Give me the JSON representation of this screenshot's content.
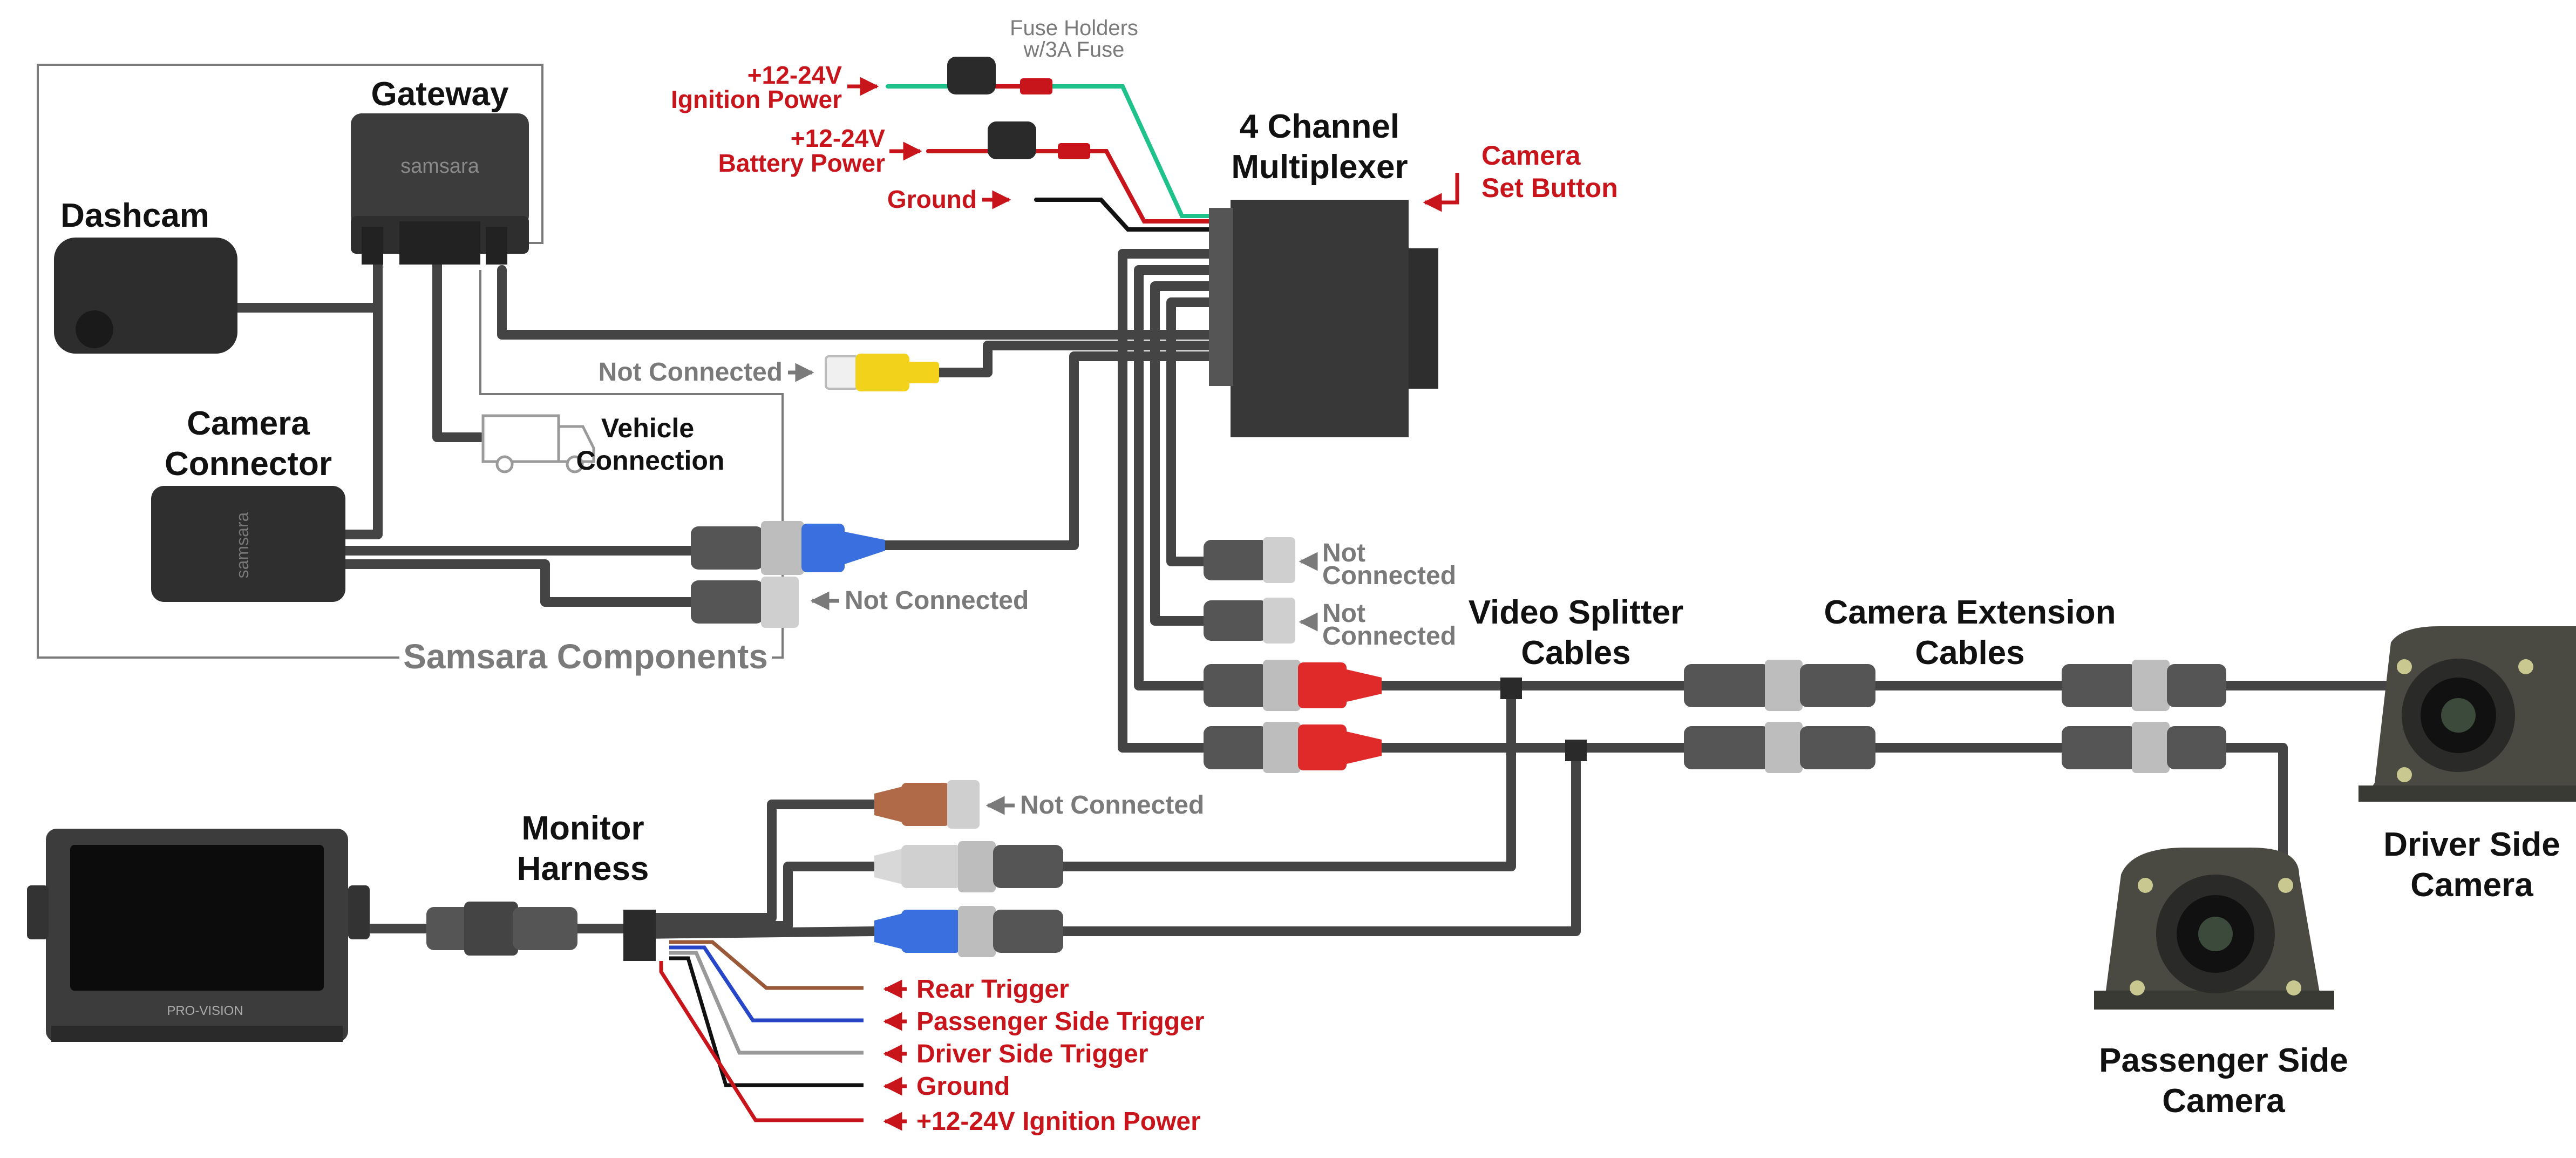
{
  "labels": {
    "gateway": "Gateway",
    "gateway_brand": "samsara",
    "dashcam": "Dashcam",
    "camera_connector_l1": "Camera",
    "camera_connector_l2": "Connector",
    "connector_brand": "samsara",
    "vehicle_l1": "Vehicle",
    "vehicle_l2": "Connection",
    "samsara_components": "Samsara Components",
    "fuse_l1": "Fuse Holders",
    "fuse_l2": "w/3A Fuse",
    "ign_l1": "+12-24V",
    "ign_l2": "Ignition Power",
    "bat_l1": "+12-24V",
    "bat_l2": "Battery Power",
    "ground_top": "Ground",
    "mux_l1": "4 Channel",
    "mux_l2": "Multiplexer",
    "set_l1": "Camera",
    "set_l2": "Set Button",
    "nc_yellow": "Not Connected",
    "nc_gray": "Not Connected",
    "nc_a_l1": "Not",
    "nc_a_l2": "Connected",
    "nc_b_l1": "Not",
    "nc_b_l2": "Connected",
    "splitter_l1": "Video Splitter",
    "splitter_l2": "Cables",
    "extension_l1": "Camera Extension",
    "extension_l2": "Cables",
    "driver_cam_l1": "Driver Side",
    "driver_cam_l2": "Camera",
    "pass_cam_l1": "Passenger Side",
    "pass_cam_l2": "Camera",
    "harness_l1": "Monitor",
    "harness_l2": "Harness",
    "nc_brown": "Not Connected",
    "monitor_brand": "PRO-VISION",
    "rear_trigger": "Rear Trigger",
    "pass_trigger": "Passenger Side Trigger",
    "driver_trigger": "Driver Side Trigger",
    "ground_bottom": "Ground",
    "ign_bottom": "+12-24V Ignition Power"
  },
  "colors": {
    "cable": "#444444",
    "device": "#333333",
    "red_label": "#c8151b",
    "gray_label": "#7a7a7a",
    "green_wire": "#1fc28a",
    "blue_connector": "#3a6fe0",
    "red_connector": "#e02a2a",
    "yellow_connector": "#f2d21a",
    "brown_connector": "#b06a48",
    "white_connector": "#d8d8d8",
    "blue_wire": "#2747c8",
    "brown_wire": "#9a5a3a"
  }
}
